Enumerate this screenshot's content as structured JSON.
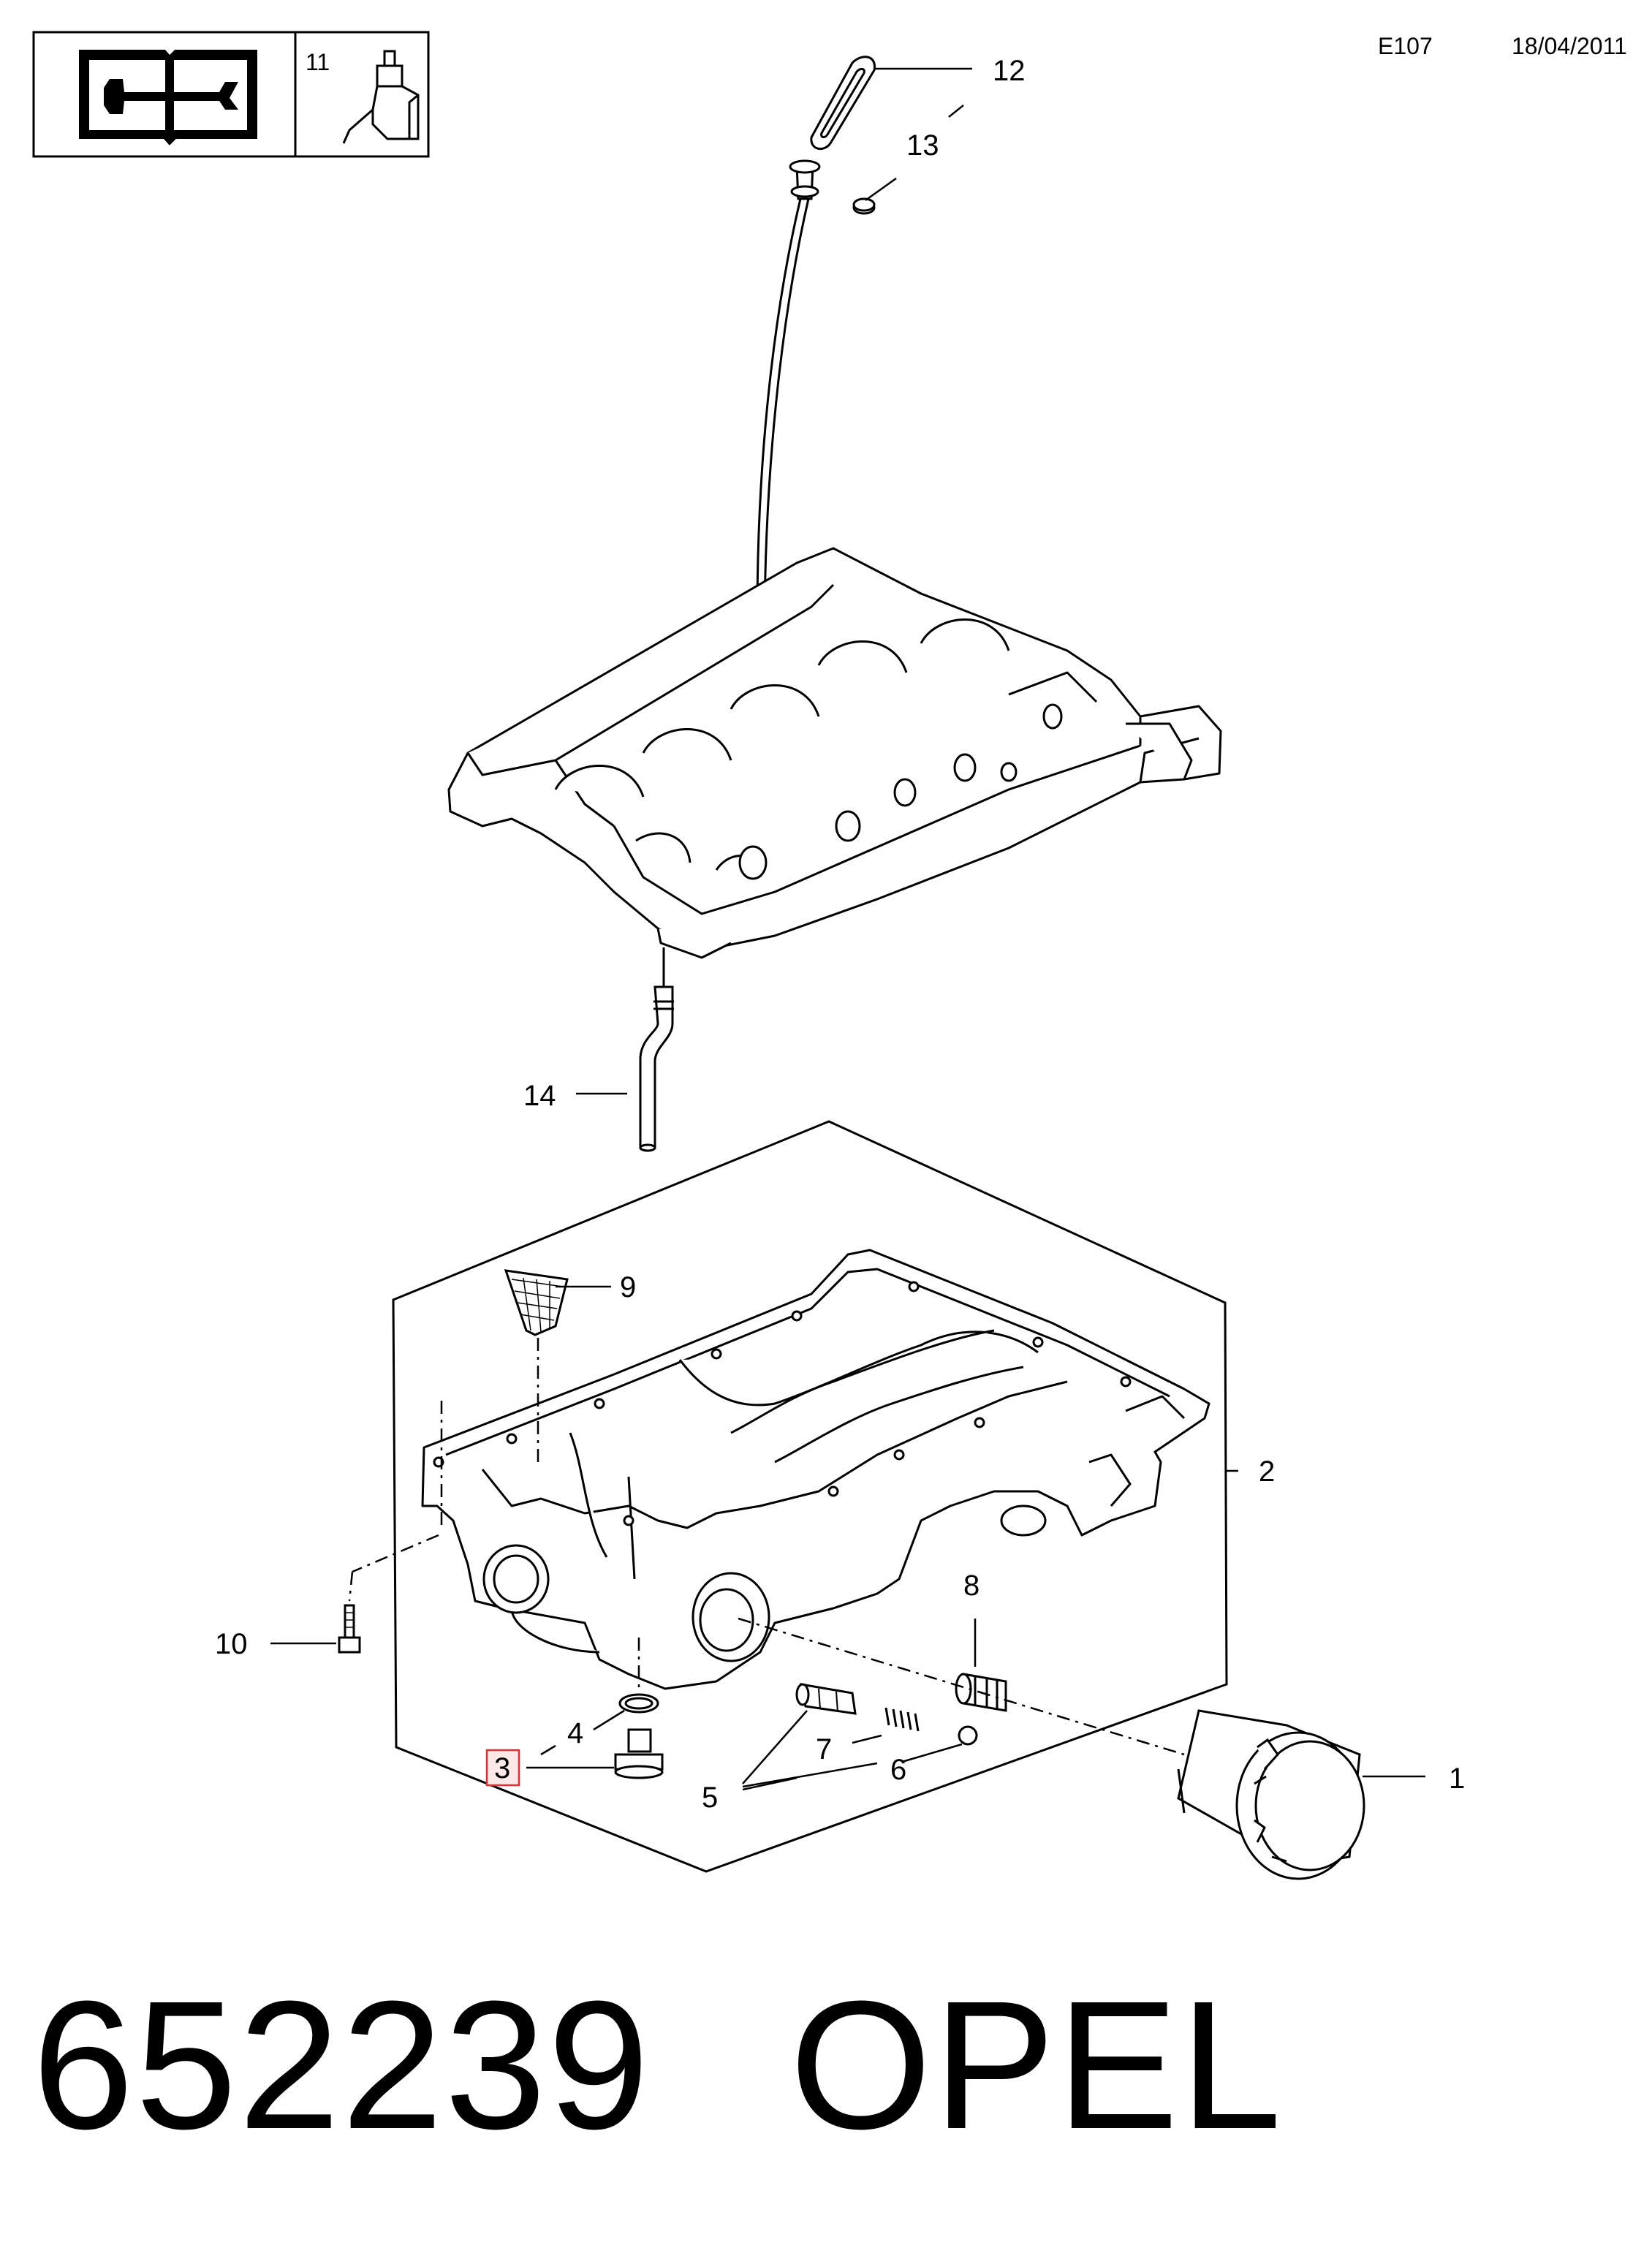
{
  "header": {
    "code": "E107",
    "date": "18/04/2011",
    "info_box_number": "11"
  },
  "icons": {
    "manual": "service-manual-icon",
    "sealant": "sealant-tube-icon"
  },
  "callouts": [
    {
      "id": "c1",
      "label": "1"
    },
    {
      "id": "c2",
      "label": "2"
    },
    {
      "id": "c3",
      "label": "3"
    },
    {
      "id": "c4",
      "label": "4"
    },
    {
      "id": "c5",
      "label": "5"
    },
    {
      "id": "c6",
      "label": "6"
    },
    {
      "id": "c7",
      "label": "7"
    },
    {
      "id": "c8",
      "label": "8"
    },
    {
      "id": "c9",
      "label": "9"
    },
    {
      "id": "c10",
      "label": "10"
    },
    {
      "id": "c12",
      "label": "12"
    },
    {
      "id": "c13",
      "label": "13"
    },
    {
      "id": "c14",
      "label": "14"
    }
  ],
  "highlight_color": "#e03030",
  "footer": {
    "part_number": "652239",
    "brand": "OPEL"
  }
}
